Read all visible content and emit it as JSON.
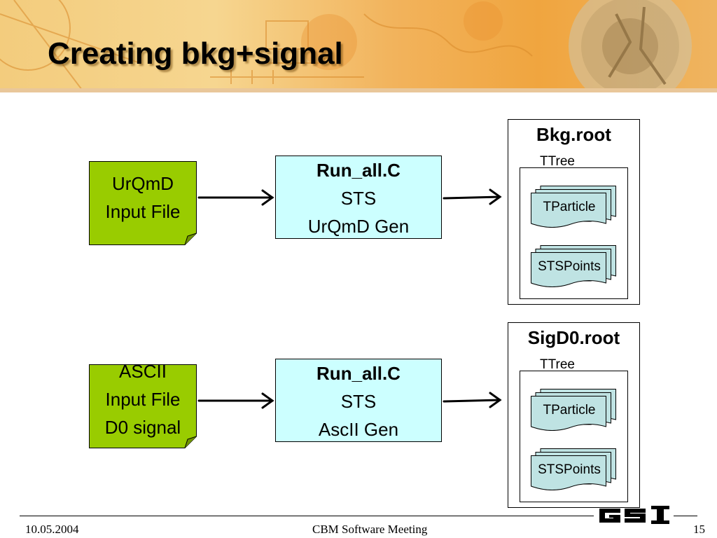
{
  "slide": {
    "title": "Creating bkg+signal"
  },
  "row1": {
    "input_line1": "UrQmD",
    "input_line2": "Input File",
    "process_title": "Run_all.C",
    "process_line1": "STS",
    "process_line2": "UrQmD Gen",
    "root_name": "Bkg.root",
    "tree_label": "TTree",
    "branch1": "TParticle",
    "branch2": "STSPoints"
  },
  "row2": {
    "input_line1": "ASCII",
    "input_line2": "Input File",
    "input_line3": "D0 signal",
    "process_title": "Run_all.C",
    "process_line1": "STS",
    "process_line2": "AscII Gen",
    "root_name": "SigD0.root",
    "tree_label": "TTree",
    "branch1": "TParticle",
    "branch2": "STSPoints"
  },
  "footer": {
    "date": "10.05.2004",
    "meeting": "CBM Software Meeting",
    "page": "15"
  },
  "colors": {
    "input_fill": "#99cc00",
    "process_fill": "#ccffff",
    "branch_fill": "#bfe3e3"
  },
  "icons": {
    "logo": "gsi-logo"
  }
}
